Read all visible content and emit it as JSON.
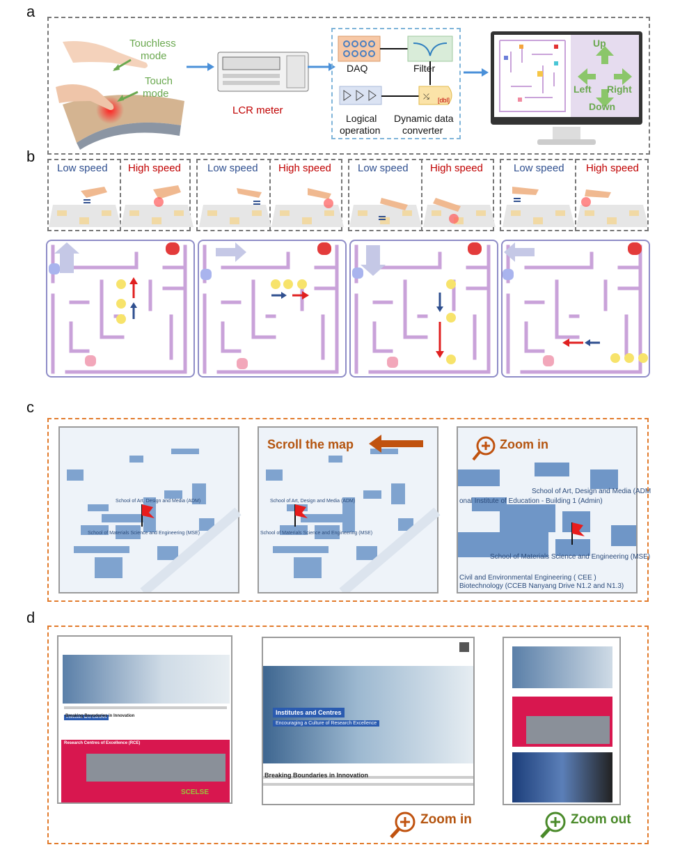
{
  "panels": {
    "a": "a",
    "b": "b",
    "c": "c",
    "d": "d"
  },
  "panel_a": {
    "touchless": "Touchless\nmode",
    "touchless_l1": "Touchless",
    "touchless_l2": "mode",
    "touch_l1": "Touch",
    "touch_l2": "mode",
    "lcr": "LCR meter",
    "daq": "DAQ",
    "filter": "Filter",
    "logic_l1": "Logical",
    "logic_l2": "operation",
    "dyn_l1": "Dynamic data",
    "dyn_l2": "converter",
    "dbl": "[dbl]",
    "dirs": {
      "up": "Up",
      "left": "Left",
      "right": "Right",
      "down": "Down"
    }
  },
  "panel_b": {
    "low": "Low speed",
    "high": "High speed"
  },
  "panel_c": {
    "scroll": "Scroll the map",
    "zoom_in": "Zoom in",
    "map_labels": {
      "adm": "School of Art, Design and Media (ADM",
      "nie": "onal Institute of Education - Building 1 (Admin)",
      "mse": "School of Materials Science and Engineering (MSE)",
      "cee": "Civil and Environmental Engineering ( CEE )",
      "ccb": "Biotechnology (CCEB Nanyang Drive N1.2 and N1.3)",
      "small_adm": "School of Art, Design and Media (ADM)",
      "small_mse": "School of Materials Science and Engineering (MSE)"
    }
  },
  "panel_d": {
    "institutes": "Institutes and Centres",
    "encouraging": "Encouraging a Culture of Research Excellence",
    "breaking": "Breaking Boundaries in Innovation",
    "rce": "Research Centres of Excellence (RCE)",
    "scelse": "SCELSE",
    "zoom_in": "Zoom in",
    "zoom_out": "Zoom out"
  },
  "colors": {
    "accent_green": "#6aa84f",
    "accent_red": "#c00000",
    "navy": "#2f4f8f",
    "maze_wall": "#c9a2d9",
    "orange": "#b4540f",
    "zoom_out_green": "#4a8a2a",
    "web_red": "#d8174f"
  }
}
